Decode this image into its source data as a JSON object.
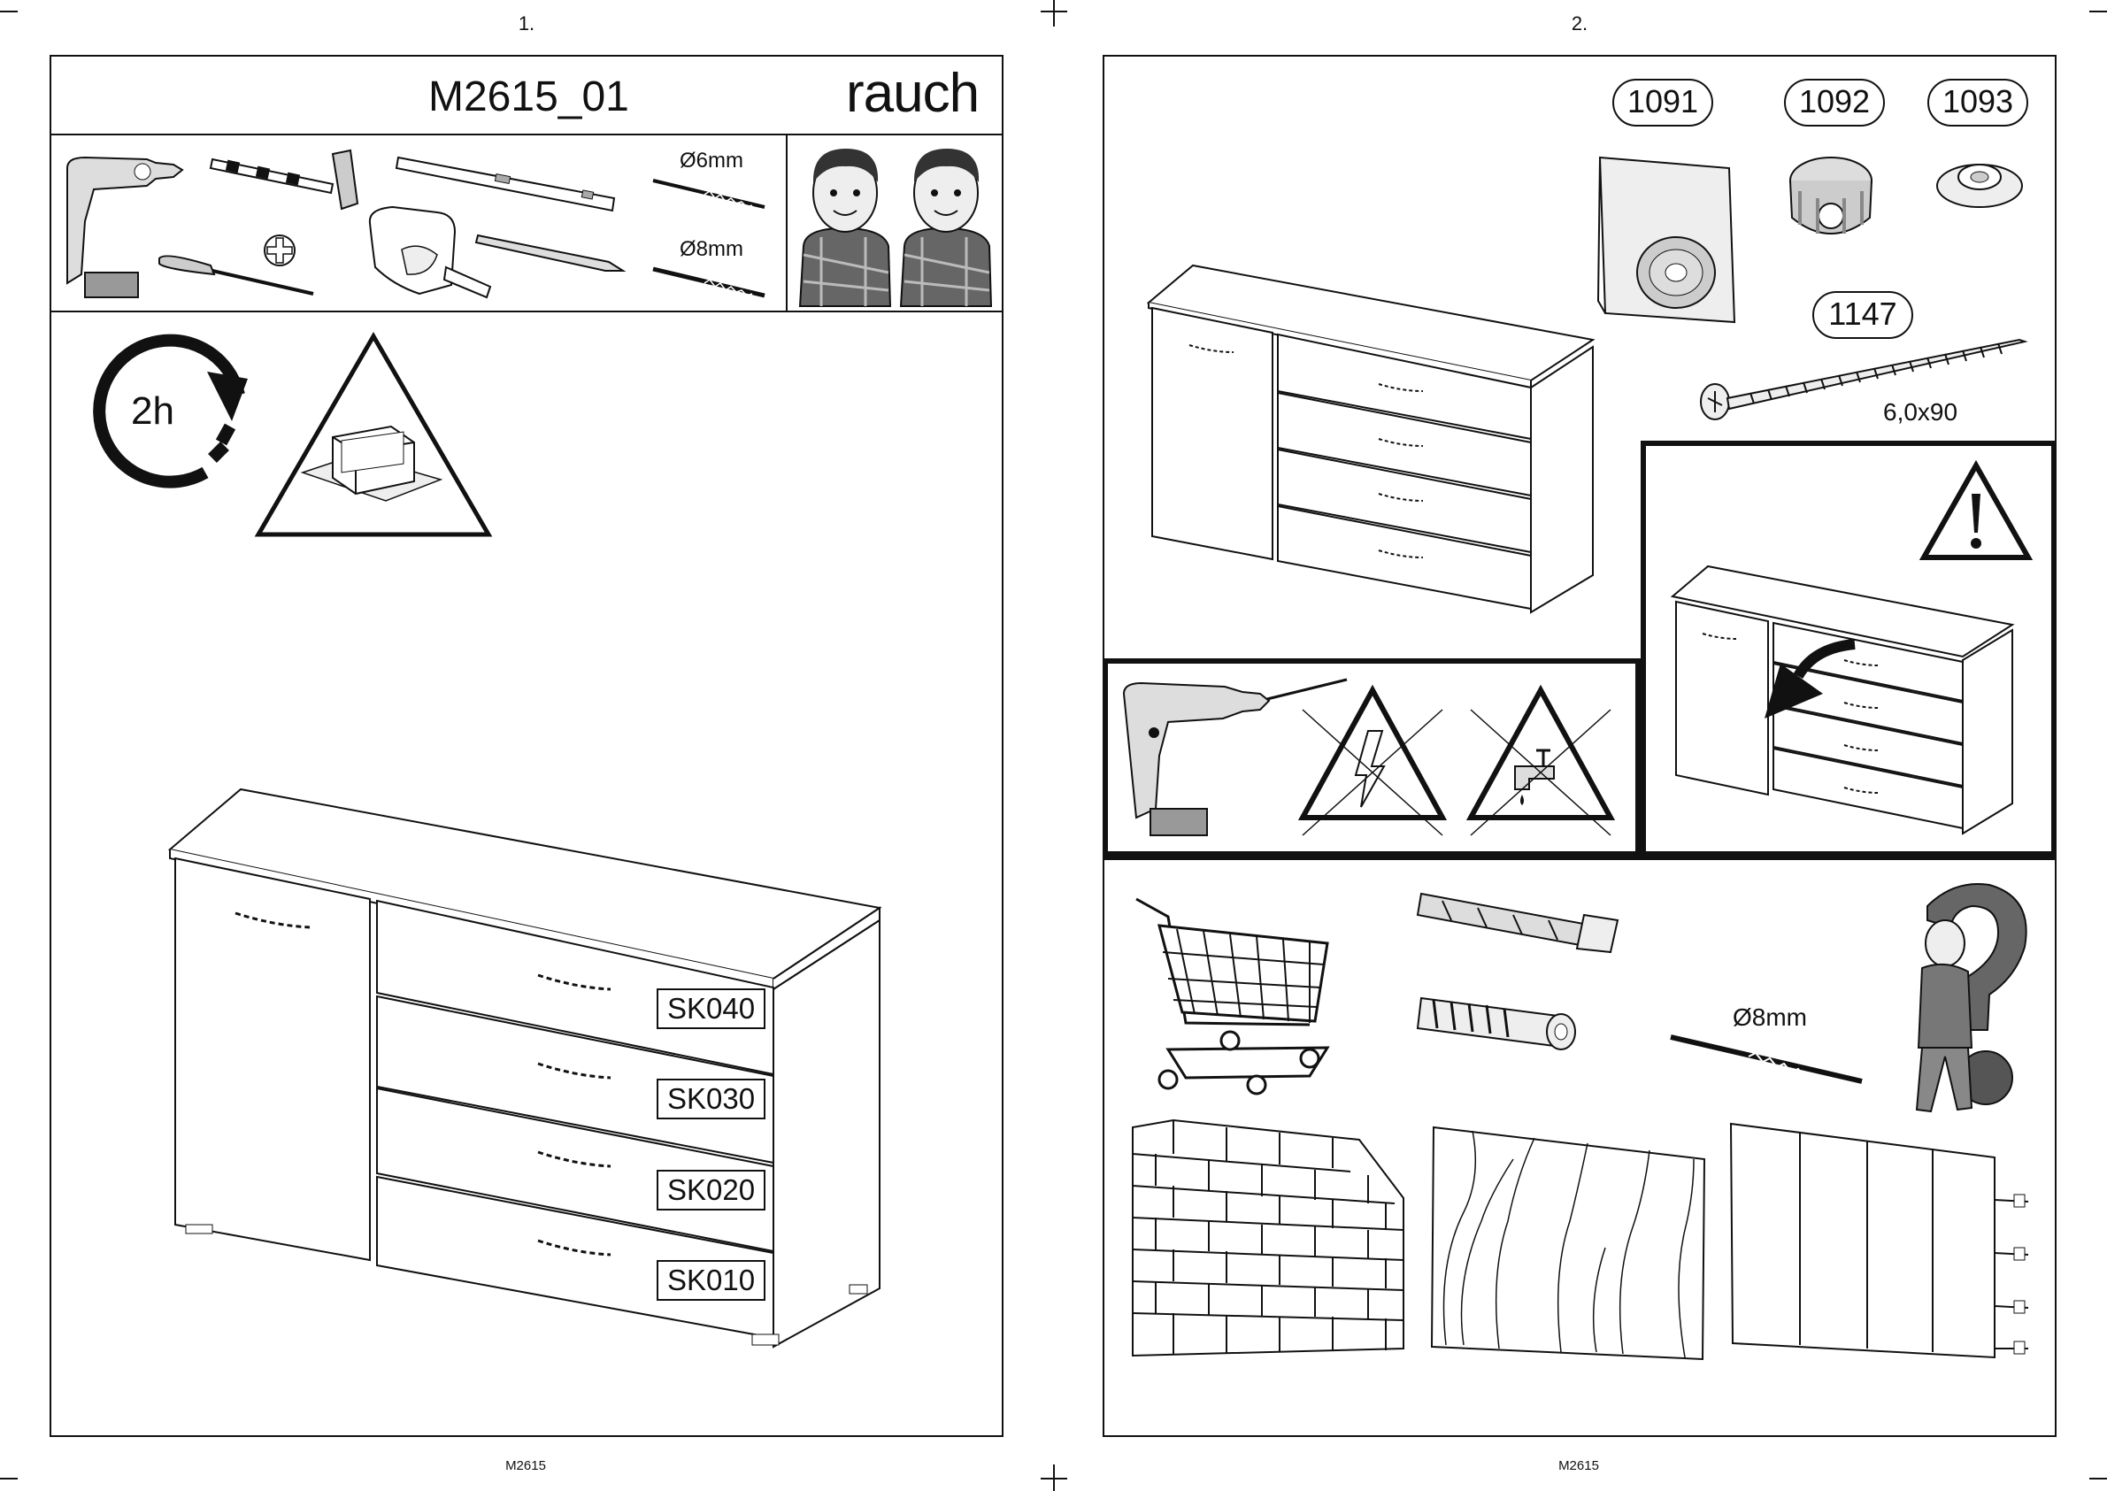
{
  "pages": [
    {
      "number": "1.",
      "title": "M2615_01",
      "brand": "rauch",
      "drill_bits": [
        "Ø6mm",
        "Ø8mm"
      ],
      "time": "2h",
      "drawer_labels": [
        "SK040",
        "SK030",
        "SK020",
        "SK010"
      ],
      "footer": "M2615",
      "icons": [
        "cordless-drill-icon",
        "hammer-icon",
        "screwdriver-icon",
        "phillips-head-icon",
        "spirit-level-icon",
        "tape-measure-icon",
        "pencil-icon",
        "drill-bit-icon",
        "two-persons-icon",
        "clock-arrow-icon",
        "floor-protection-warning-icon",
        "dresser-illustration"
      ]
    },
    {
      "number": "2.",
      "parts": [
        "1091",
        "1092",
        "1093",
        "1147"
      ],
      "screw_size": "6,0x90",
      "drill_bit": "Ø8mm",
      "footer": "M2615",
      "icons": [
        "dresser-illustration",
        "adhesive-pad-icon",
        "connector-nut-icon",
        "washer-icon",
        "screw-icon",
        "warning-icon",
        "tip-over-arrow-icon",
        "drill-icon",
        "no-electric-icon",
        "no-water-pipe-icon",
        "shopping-cart-icon",
        "wall-plug-icon",
        "question-person-icon",
        "brick-wall-icon",
        "wood-wall-icon",
        "drywall-icon"
      ]
    }
  ]
}
